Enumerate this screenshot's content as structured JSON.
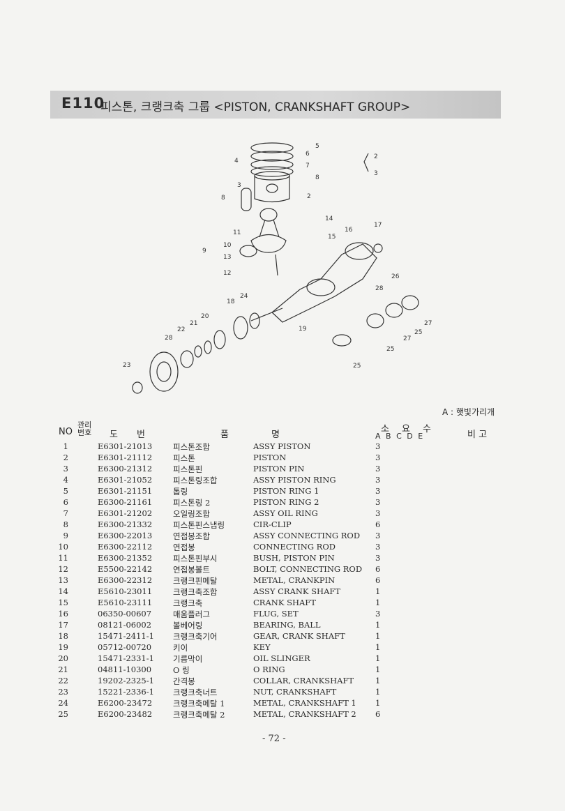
{
  "header": {
    "code": "E110",
    "title": "피스톤, 크랭크축 그룹 <PISTON, CRANKSHAFT GROUP>"
  },
  "annotation": "A : 햇빛가리개",
  "diagram_labels": [
    "5",
    "6",
    "4",
    "7",
    "8",
    "2",
    "3",
    "8",
    "11",
    "10",
    "9",
    "13",
    "12",
    "14",
    "16",
    "15",
    "17",
    "2",
    "3",
    "26",
    "28",
    "18",
    "24",
    "20",
    "21",
    "22",
    "28",
    "19",
    "27",
    "25",
    "27",
    "25",
    "23",
    "25"
  ],
  "table": {
    "headers": {
      "no": "NO",
      "mgmt_1": "관리",
      "mgmt_2": "번호",
      "do": "도",
      "beon": "번",
      "pum": "품",
      "myeong": "명",
      "so": "소",
      "yo": "요",
      "su": "수",
      "sub": "A B C D E",
      "bigo": "비 고"
    },
    "rows": [
      {
        "no": "1",
        "code": "E6301-21013",
        "ko": "피스톤조합",
        "en": "ASSY PISTON",
        "qty": "3"
      },
      {
        "no": "2",
        "code": "E6301-21112",
        "ko": "피스톤",
        "en": "PISTON",
        "qty": "3"
      },
      {
        "no": "3",
        "code": "E6300-21312",
        "ko": "피스톤핀",
        "en": "PISTON PIN",
        "qty": "3"
      },
      {
        "no": "4",
        "code": "E6301-21052",
        "ko": "피스톤링조합",
        "en": "ASSY PISTON RING",
        "qty": "3"
      },
      {
        "no": "5",
        "code": "E6301-21151",
        "ko": "톱링",
        "en": "PISTON RING 1",
        "qty": "3"
      },
      {
        "no": "6",
        "code": "E6300-21161",
        "ko": "피스톤링 2",
        "en": "PISTON RING 2",
        "qty": "3"
      },
      {
        "no": "7",
        "code": "E6301-21202",
        "ko": "오일링조합",
        "en": "ASSY OIL RING",
        "qty": "3"
      },
      {
        "no": "8",
        "code": "E6300-21332",
        "ko": "피스톤핀스냅링",
        "en": "CIR-CLIP",
        "qty": "6"
      },
      {
        "no": "9",
        "code": "E6300-22013",
        "ko": "연접봉조합",
        "en": "ASSY CONNECTING ROD",
        "qty": "3"
      },
      {
        "no": "10",
        "code": "E6300-22112",
        "ko": "연접봉",
        "en": "CONNECTING ROD",
        "qty": "3"
      },
      {
        "no": "11",
        "code": "E6300-21352",
        "ko": "피스톤핀부시",
        "en": "BUSH, PISTON PIN",
        "qty": "3"
      },
      {
        "no": "12",
        "code": "E5500-22142",
        "ko": "연접봉볼트",
        "en": "BOLT, CONNECTING ROD",
        "qty": "6"
      },
      {
        "no": "13",
        "code": "E6300-22312",
        "ko": "크랭크핀메탈",
        "en": "METAL, CRANKPIN",
        "qty": "6"
      },
      {
        "no": "14",
        "code": "E5610-23011",
        "ko": "크랭크축조합",
        "en": "ASSY CRANK SHAFT",
        "qty": "1"
      },
      {
        "no": "15",
        "code": "E5610-23111",
        "ko": "크랭크축",
        "en": "CRANK SHAFT",
        "qty": "1"
      },
      {
        "no": "16",
        "code": "06350-00607",
        "ko": "매움플러그",
        "en": "FLUG, SET",
        "qty": "3"
      },
      {
        "no": "17",
        "code": "08121-06002",
        "ko": "볼베어링",
        "en": "BEARING, BALL",
        "qty": "1"
      },
      {
        "no": "18",
        "code": "15471-2411-1",
        "ko": "크랭크축기어",
        "en": "GEAR, CRANK SHAFT",
        "qty": "1"
      },
      {
        "no": "19",
        "code": "05712-00720",
        "ko": "키이",
        "en": "KEY",
        "qty": "1"
      },
      {
        "no": "20",
        "code": "15471-2331-1",
        "ko": "기름막이",
        "en": "OIL SLINGER",
        "qty": "1"
      },
      {
        "no": "21",
        "code": "04811-10300",
        "ko": "O 링",
        "en": "O RING",
        "qty": "1"
      },
      {
        "no": "22",
        "code": "19202-2325-1",
        "ko": "간격봉",
        "en": "COLLAR, CRANKSHAFT",
        "qty": "1"
      },
      {
        "no": "23",
        "code": "15221-2336-1",
        "ko": "크랭크축너트",
        "en": "NUT, CRANKSHAFT",
        "qty": "1"
      },
      {
        "no": "24",
        "code": "E6200-23472",
        "ko": "크랭크축메탈 1",
        "en": "METAL, CRANKSHAFT 1",
        "qty": "1"
      },
      {
        "no": "25",
        "code": "E6200-23482",
        "ko": "크랭크축메탈 2",
        "en": "METAL, CRANKSHAFT 2",
        "qty": "6"
      }
    ]
  },
  "page_number": "- 72 -"
}
